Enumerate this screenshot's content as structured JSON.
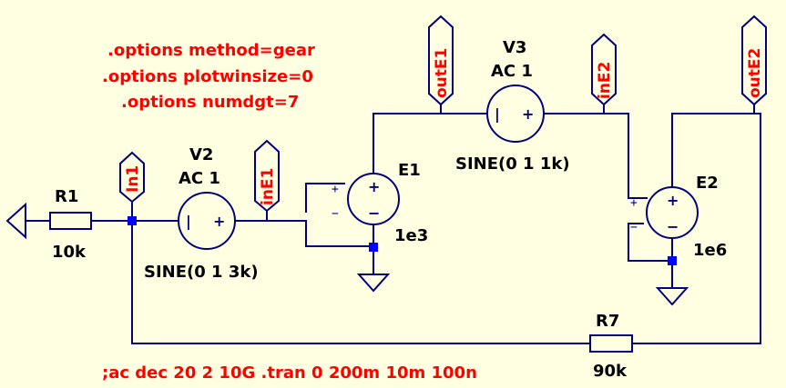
{
  "directives": {
    "line1": ".options method=gear",
    "line2": ".options plotwinsize=0",
    "line3": ".options numdgt=7",
    "bottom": ";ac dec 20 2 10G  .tran 0 200m 10m 100n"
  },
  "components": {
    "R1": {
      "name": "R1",
      "value": "10k"
    },
    "R7": {
      "name": "R7",
      "value": "90k"
    },
    "V2": {
      "name": "V2",
      "ac": "AC 1",
      "source": "SINE(0 1 3k)"
    },
    "V3": {
      "name": "V3",
      "ac": "AC 1",
      "source": "SINE(0 1 1k)"
    },
    "E1": {
      "name": "E1",
      "gain": "1e3"
    },
    "E2": {
      "name": "E2",
      "gain": "1e6"
    }
  },
  "net_labels": {
    "in1": "In1",
    "inE1": "inE1",
    "outE1": "outE1",
    "inE2": "inE2",
    "outE2": "outE2"
  },
  "symbols": {
    "plus": "+",
    "minus": "−",
    "source_minus": "|"
  },
  "colors": {
    "background": "#FFFFE1",
    "wire": "#000080",
    "directive_text": "#FF0000",
    "component_text": "#000000",
    "junction": "#0000FF"
  }
}
